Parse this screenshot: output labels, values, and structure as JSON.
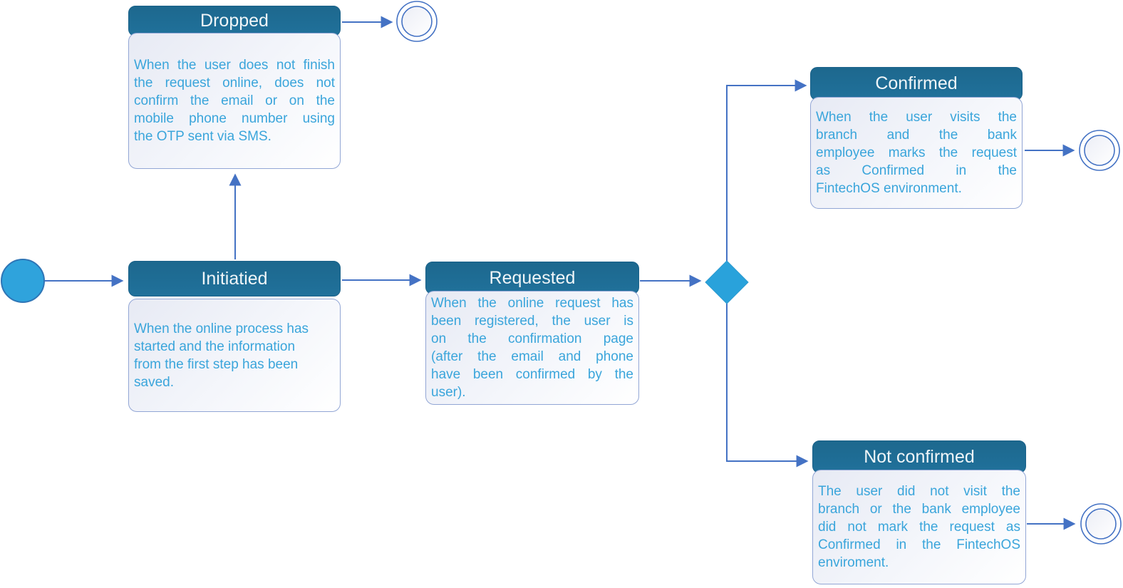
{
  "colors": {
    "state_header_bg": "#1E6C93",
    "state_header_text": "#EFF5F8",
    "state_body_text": "#3AA5DB",
    "state_body_border": "#92A6D5",
    "connector": "#4472C4",
    "start_node_fill": "#2FA3DC",
    "decision_fill": "#29A2DB"
  },
  "diagram": {
    "type": "state-machine",
    "states": [
      {
        "label": "Dropped",
        "description": "When the user does not finish the request online, does not confirm the email or on the mobile phone number using the OTP sent via SMS.",
        "lines": [
          "When the user does not finish",
          "the request online, does not",
          "confirm the email or on the",
          "mobile phone number using",
          "the OTP sent via SMS."
        ]
      },
      {
        "label": "Initiatied",
        "description": "When the online process has started and the information from the first step has been saved.",
        "lines": [
          "When the online process has",
          "started and the information",
          "from the first step has been",
          "saved."
        ]
      },
      {
        "label": "Requested",
        "description": "When the online request has been registered, the user is on the confirmation page (after the email and phone have been confirmed by the user).",
        "lines": [
          "When the online request has",
          "been registered, the user is",
          "on the confirmation page",
          "(after the email and phone",
          "have been confirmed by the",
          "user)."
        ]
      },
      {
        "label": "Confirmed",
        "description": "When the user visits the branch and the bank employee marks the request as Confirmed in the FintechOS environment.",
        "lines": [
          "When the user visits the",
          "branch and the bank",
          "employee marks the request",
          "as Confirmed in the",
          "FintechOS environment."
        ]
      },
      {
        "label": "Not confirmed",
        "description": "The user did not visit the branch or the bank employee did not mark the request as Confirmed in the FintechOS enviroment.",
        "lines": [
          "The user did not visit the",
          "branch or the bank employee",
          "did not mark the request as",
          "Confirmed in the FintechOS",
          "enviroment."
        ]
      }
    ],
    "transitions": [
      {
        "from": "start",
        "to": "Initiatied"
      },
      {
        "from": "Initiatied",
        "to": "Dropped"
      },
      {
        "from": "Dropped",
        "to": "end"
      },
      {
        "from": "Initiatied",
        "to": "Requested"
      },
      {
        "from": "Requested",
        "to": "decision"
      },
      {
        "from": "decision",
        "to": "Confirmed"
      },
      {
        "from": "decision",
        "to": "Not confirmed"
      },
      {
        "from": "Confirmed",
        "to": "end"
      },
      {
        "from": "Not confirmed",
        "to": "end"
      }
    ]
  }
}
